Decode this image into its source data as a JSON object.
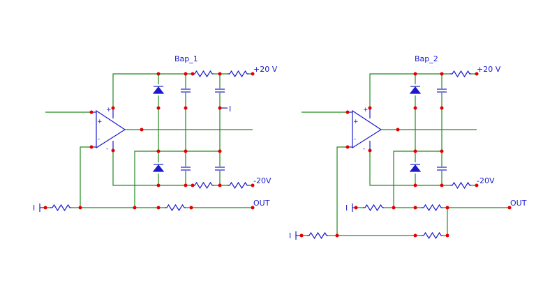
{
  "colors": {
    "wire": "#1f8a1f",
    "component": "#1a1acc",
    "node": "#e00000",
    "background": "#ffffff"
  },
  "circuits": [
    {
      "name": "Вар_1",
      "pos_label": "+20 V",
      "neg_label": "-20V",
      "out_label": "OUT",
      "input_label": "I",
      "ground_label": "I",
      "opamp_plus": "+",
      "opamp_minus": "-",
      "supply_plus": "+",
      "supply_minus": "-"
    },
    {
      "name": "Вар_2",
      "pos_label": "+20 V",
      "neg_label": "-20V",
      "out_label": "OUT",
      "input_label_1": "I",
      "input_label_2": "I",
      "opamp_plus": "+",
      "opamp_minus": "-",
      "supply_plus": "+",
      "supply_minus": "-"
    }
  ]
}
